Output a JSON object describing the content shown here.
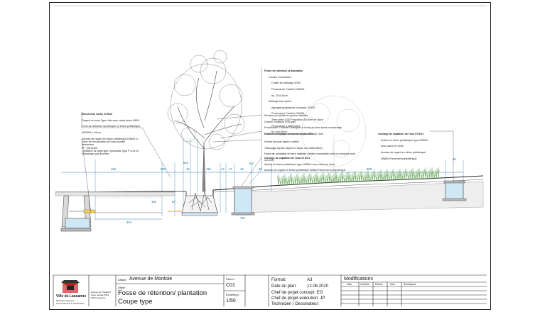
{
  "drawing": {
    "annotations": {
      "fosse": {
        "title": "Fosse de rétention et plantation",
        "lines": [
          "Couche d'extraction",
          "Chaille de drainage 32/50",
          "Provenance Carrière FAMSA",
          "ép. 25 à 30cm",
          "Mélange terre-pierre",
          "Agrégats graphiques concassé 70/150",
          "Provenance Carrière FAMSA",
          "Terre prête 1/1/0 Proportion 30/30m³ en place",
          "Provenance à déterminer",
          "ép. min 80cm"
        ]
      },
      "surface": {
        "lines": [
          "Surface perméable en gravier stabilisé",
          "Gravier concassé 0/16 gres",
          "Provenance: Carrière Grandjean à Izorsy ép.5cm après compactage",
          "Couche de réglage Gravier concassé 16/32 ép. 5cm"
        ]
      },
      "reserve": {
        "lines": [
          "Réserve d'eau sous les fosses de plantation"
        ]
      },
      "element_sortie": {
        "title": "Élément de sortie Cf DO2",
        "lines": [
          "Regard en fonte Type rôtie avec cadre béton Ø600",
          "Cône de réduction symétrique  en béton préfabriqué",
          "600/600 h. 60cm",
          "Anneau de regard en béton préfabriqué DN800 h=",
          "déterminer",
          "Limitateur de débit type Hydrotekis Type P à 30 l/s"
        ]
      },
      "drain": {
        "lines": [
          "Drain de récupération de l'eau pluviale",
          "PP_HM Ø125",
          "Emballage type Biochar"
        ]
      },
      "arrivee": {
        "lines": [
          "Arrivée pluviale aspira à définir",
          "Tuboulage tripode piquet en septin noir traité Ø6cm",
          "Fosse de plantation en terre végétale criblée et amendée avec du compost mûre",
          "non (ret)"
        ]
      },
      "ouvrage_left": {
        "title": "Ouvrage de captation de l'eau Cf DO1",
        "lines": [
          "Avaloir en béton préfabriqué type HOBAC avec cadre en fonte",
          "Anneau de regard en béton préfabriqué DN800 Parcement périphérique"
        ]
      },
      "ouvrage_right": {
        "title": "Ouvrage de captation de l'eau Cf DO1",
        "lines": [
          "Avaloir en béton préfabriqué type HOBAC",
          "avec cadre en fonte",
          "Anneau de regard en béton préfabriqué",
          "DN800 Parcement périphérique"
        ]
      }
    },
    "dimensions": {
      "top_row": [
        "184",
        "280",
        "504",
        "16",
        "116",
        "17",
        "74",
        "42",
        "86",
        "157",
        "909",
        "86"
      ],
      "left_side": [
        "100",
        "60"
      ],
      "bottom": [
        "334",
        "119"
      ]
    }
  },
  "title_block": {
    "city": "Ville de Lausanne",
    "city_sub": "Direction logement, environnement et architecture",
    "address": "Avenue du Théâtre 8\nCase postale 5354\n1002 Lausanne",
    "affaire_label": "Affaire:",
    "affaire_value": "Avenue de Montoie",
    "objet_label": "Objet:",
    "objet_line1": "Fosse de rétention/ plantation",
    "objet_line2": "Coupe type",
    "plan_label": "Plan n°",
    "plan_value": "C01",
    "echelle_label": "Echelle(s)",
    "echelle_value": "1/50",
    "format_label": "Format:",
    "format_value": "A3",
    "date_label": "Date du plan:",
    "date_value": "12.08.2020",
    "chef_projet": "Chef de projet concept: EG",
    "chef_execution": "Chef de projet exécution: JP",
    "technicien": "Technicien / Dessinateur:",
    "modifications": {
      "title": "Modifications",
      "headers": [
        "Date",
        "Contrôle",
        "Dessin",
        "Visa",
        "Remarques"
      ]
    }
  }
}
